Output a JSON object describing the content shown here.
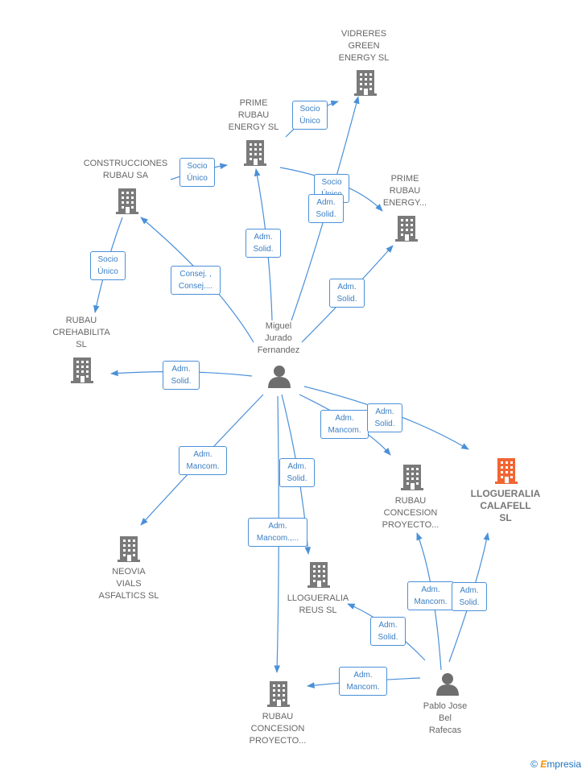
{
  "nodes": {
    "vidreres": {
      "label": "VIDRERES\nGREEN\nENERGY  SL",
      "kind": "company"
    },
    "prime1": {
      "label": "PRIME\nRUBAU\nENERGY  SL",
      "kind": "company"
    },
    "construcciones": {
      "label": "CONSTRUCCIONES\nRUBAU SA",
      "kind": "company"
    },
    "prime2": {
      "label": "PRIME\nRUBAU\nENERGY...",
      "kind": "company"
    },
    "crehabilita": {
      "label": "RUBAU\nCREHABILITA\nSL",
      "kind": "company"
    },
    "miguel": {
      "label": "Miguel\nJurado\nFernandez",
      "kind": "person"
    },
    "concesion1": {
      "label": "RUBAU\nCONCESION\nPROYECTO...",
      "kind": "company"
    },
    "calafell": {
      "label": "LLOGUERALIA\nCALAFELL\nSL",
      "kind": "company-focus"
    },
    "neovia": {
      "label": "NEOVIA\nVIALS\nASFALTICS  SL",
      "kind": "company"
    },
    "reus": {
      "label": "LLOGUERALIA\nREUS  SL",
      "kind": "company"
    },
    "concesion2": {
      "label": "RUBAU\nCONCESION\nPROYECTO...",
      "kind": "company"
    },
    "pablo": {
      "label": "Pablo Jose\nBel\nRafecas",
      "kind": "person"
    }
  },
  "edges": [
    {
      "label": "Socio\nÚnico"
    },
    {
      "label": "Socio\nÚnico"
    },
    {
      "label": "Socio\nÚnico"
    },
    {
      "label": "Socio\nÚnico"
    },
    {
      "label": "Adm.\nSolid."
    },
    {
      "label": "Consej. ,\nConsej...."
    },
    {
      "label": "Adm.\nSolid."
    },
    {
      "label": "Adm.\nSolid."
    },
    {
      "label": "Adm.\nSolid."
    },
    {
      "label": "Adm.\nMancom."
    },
    {
      "label": "Adm.\nSolid."
    },
    {
      "label": "Adm.\nMancom."
    },
    {
      "label": "Adm.\nSolid."
    },
    {
      "label": "Adm.\nMancom.,..."
    },
    {
      "label": "Adm.\nMancom."
    },
    {
      "label": "Adm.\nSolid."
    },
    {
      "label": "Adm.\nSolid."
    },
    {
      "label": "Adm.\nMancom."
    }
  ],
  "footer": {
    "copyright": "©",
    "brand_first": "E",
    "brand_rest": "mpresia"
  },
  "colors": {
    "edge": "#4a90d9",
    "company": "#7a7a7a",
    "focus": "#f26532",
    "person": "#6e6e6e"
  }
}
